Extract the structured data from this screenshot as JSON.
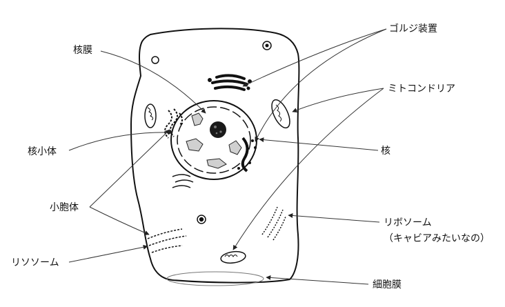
{
  "diagram": {
    "labels": {
      "nuclear_membrane": "核膜",
      "golgi": "ゴルジ装置",
      "mitochondria": "ミトコンドリア",
      "nucleolus": "核小体",
      "nucleus": "核",
      "vesicle": "小胞体",
      "ribosome": "リボソーム",
      "ribosome_note": "（キャビアみたいなの）",
      "lysosome": "リソソーム",
      "cell_membrane": "細胞膜"
    }
  }
}
